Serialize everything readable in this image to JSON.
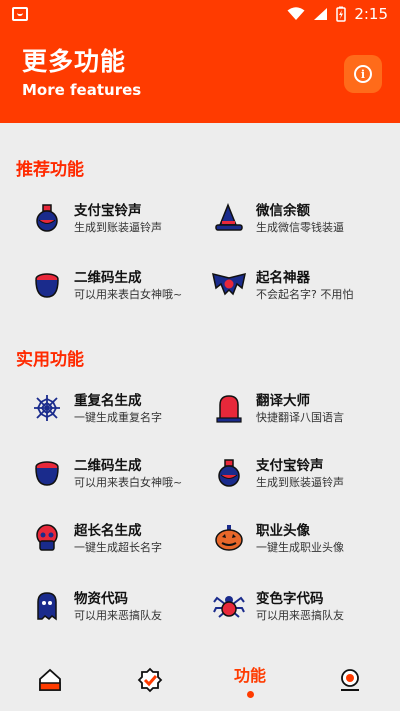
{
  "status": {
    "time": "2:15"
  },
  "header": {
    "title": "更多功能",
    "subtitle": "More features"
  },
  "sections": [
    {
      "title": "推荐功能"
    },
    {
      "title": "实用功能"
    }
  ],
  "recommended": [
    {
      "name": "支付宝铃声",
      "desc": "生成到账装逼铃声",
      "icon": "potion-icon"
    },
    {
      "name": "微信余额",
      "desc": "生成微信零钱装逼",
      "icon": "wizard-hat-icon"
    },
    {
      "name": "二维码生成",
      "desc": "可以用来表白女神哦~",
      "icon": "cauldron-icon"
    },
    {
      "name": "起名神器",
      "desc": "不会起名字? 不用怕",
      "icon": "bat-icon"
    }
  ],
  "practical": [
    {
      "name": "重复名生成",
      "desc": "一键生成重复名字",
      "icon": "spider-web-icon"
    },
    {
      "name": "翻译大师",
      "desc": "快捷翻译八国语言",
      "icon": "gravestone-icon"
    },
    {
      "name": "二维码生成",
      "desc": "可以用来表白女神哦~",
      "icon": "cauldron-icon"
    },
    {
      "name": "支付宝铃声",
      "desc": "生成到账装逼铃声",
      "icon": "potion-icon"
    },
    {
      "name": "超长名生成",
      "desc": "一键生成超长名字",
      "icon": "skull-icon"
    },
    {
      "name": "职业头像",
      "desc": "一键生成职业头像",
      "icon": "pumpkin-icon"
    },
    {
      "name": "物资代码",
      "desc": "可以用来恶搞队友",
      "icon": "ghost-icon"
    },
    {
      "name": "变色字代码",
      "desc": "可以用来恶搞队友",
      "icon": "spider-icon"
    }
  ],
  "nav": {
    "active_label": "功能"
  },
  "colors": {
    "brand": "#ff3b00",
    "accent_text": "#ff2a00",
    "icon_navy": "#1a2b8c",
    "icon_red": "#e8283a"
  }
}
